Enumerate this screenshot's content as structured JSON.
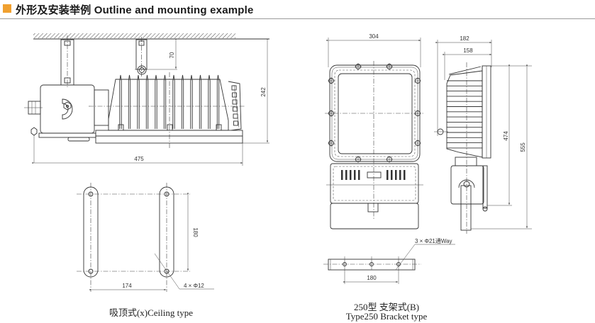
{
  "header": {
    "title": "外形及安装举例 Outline and mounting example",
    "accent_color": "#f0a030"
  },
  "ceiling_view": {
    "dim_width": "475",
    "dim_height": "242",
    "dim_bracket": "70"
  },
  "ceiling_plate": {
    "dim_spacing": "174",
    "dim_length": "180",
    "hole_note": "4 × Φ12",
    "caption": "吸顶式(x)Ceiling type"
  },
  "front_view": {
    "dim_width": "304"
  },
  "side_view": {
    "dim_depth_outer": "182",
    "dim_depth_inner": "158",
    "dim_height_body": "474",
    "dim_height_total": "555"
  },
  "bracket_plate": {
    "hole_note": "3 × Φ21通Way",
    "dim_spacing": "180",
    "caption_cn": "250型  支架式(B)",
    "caption_en": "Type250  Bracket type"
  }
}
